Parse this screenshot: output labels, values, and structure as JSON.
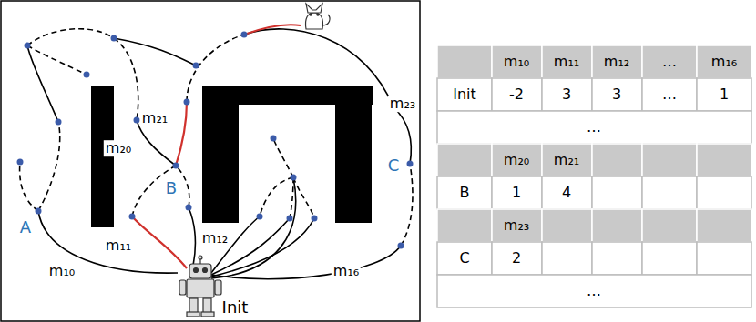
{
  "diagram": {
    "labels": [
      "A",
      "B",
      "C",
      "m₁₀",
      "m₁₁",
      "m₁₂",
      "m₁₆",
      "m₂₀",
      "m₂₁",
      "m₂₃",
      "Init",
      "m₁₀",
      "m₁₁",
      "m₁₂",
      "…",
      "m₁₆",
      "Init",
      "-2",
      "3",
      "3",
      "…",
      "1",
      "…",
      "m₂₀",
      "m₂₁",
      "B",
      "1",
      "4",
      "m₂₃",
      "C",
      "2",
      "…"
    ]
  }
}
